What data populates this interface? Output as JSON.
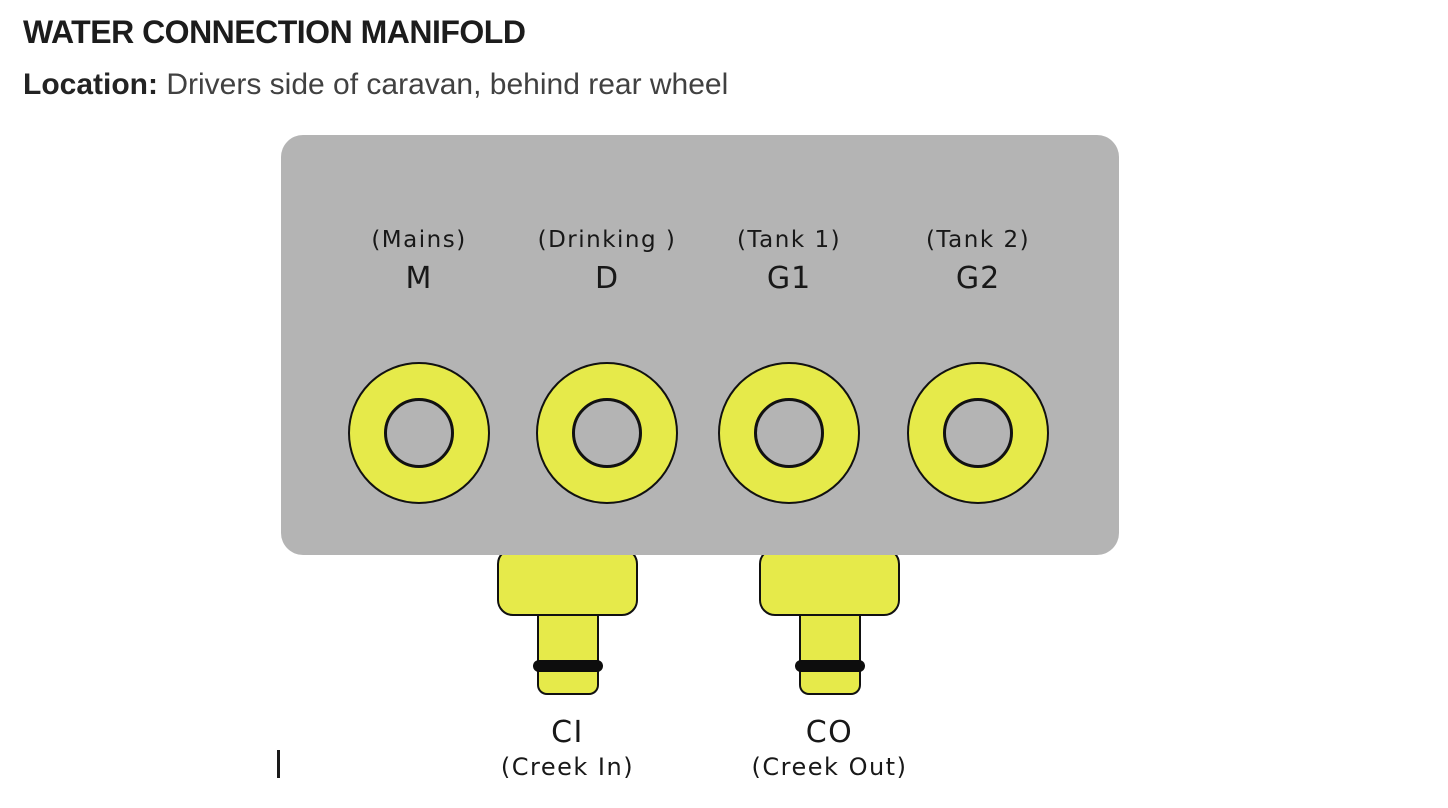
{
  "title": "WATER CONNECTION MANIFOLD",
  "location": {
    "label": "Location:",
    "value": " Drivers side of caravan, behind rear wheel"
  },
  "colors": {
    "manifold_gray": "#b4b4b4",
    "fitting_yellow": "#e6ea4a",
    "outline_black": "#111111",
    "band_black": "#0d0d0d",
    "title_text": "#1c1c1c",
    "subtitle_text": "#414141"
  },
  "manifold": {
    "ports": [
      {
        "name": "(Mains)",
        "code": "M"
      },
      {
        "name": "(Drinking )",
        "code": "D"
      },
      {
        "name": "(Tank 1)",
        "code": "G1"
      },
      {
        "name": "(Tank 2)",
        "code": "G2"
      }
    ]
  },
  "connectors": [
    {
      "code": "CI",
      "name": "(Creek In)"
    },
    {
      "code": "CO",
      "name": "(Creek Out)"
    }
  ]
}
